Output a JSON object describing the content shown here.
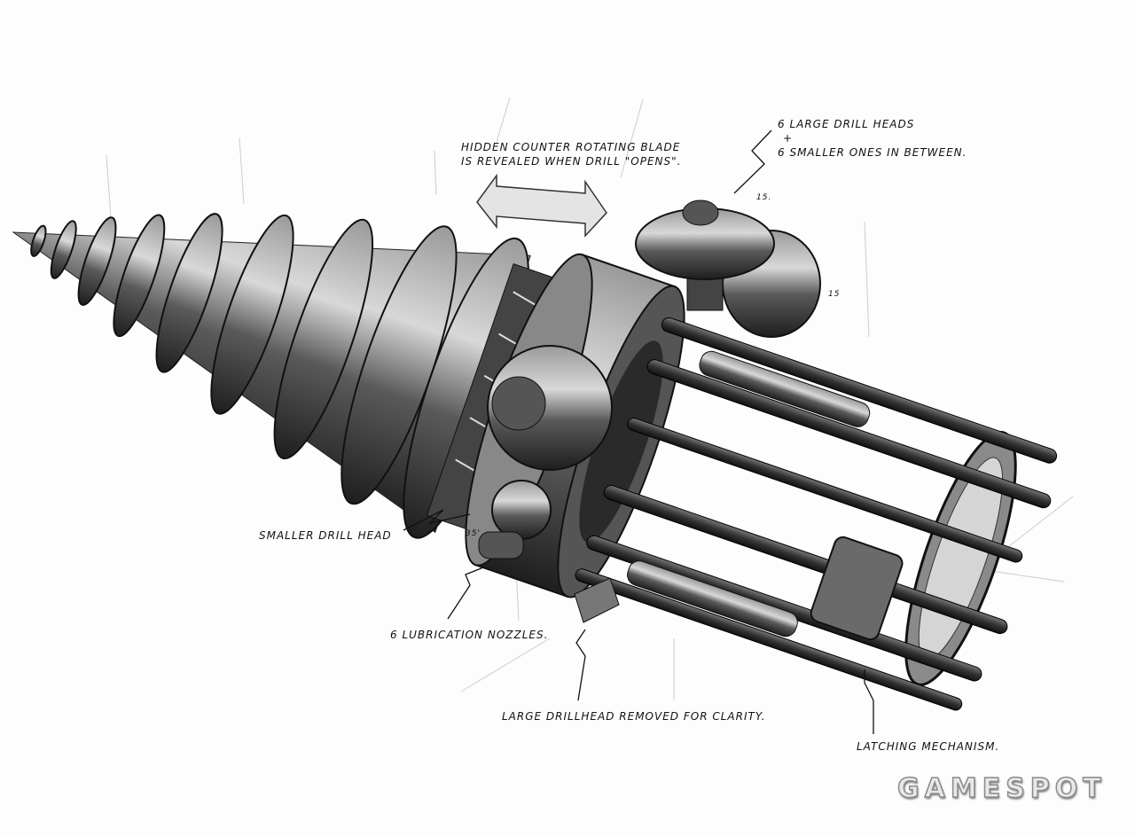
{
  "annotations": {
    "blade_line1": "Hidden counter rotating blade",
    "blade_line2": "is revealed when drill \"opens\".",
    "heads_line1": "6 large drill heads",
    "heads_plus": "+",
    "heads_line2": "6 smaller ones in between.",
    "angle_top": "15.",
    "angle_right": "15",
    "smaller_head": "Smaller drill head",
    "angle_small": "35'",
    "nozzles": "6 lubrication nozzles.",
    "removed": "Large drillhead removed for clarity.",
    "latching": "Latching mechanism."
  },
  "watermark": "GAMESPOT",
  "colors": {
    "metal_dark": "#2a2a2a",
    "metal_mid": "#6e6e6e",
    "metal_light": "#bdbdbd",
    "ink": "#111111"
  }
}
